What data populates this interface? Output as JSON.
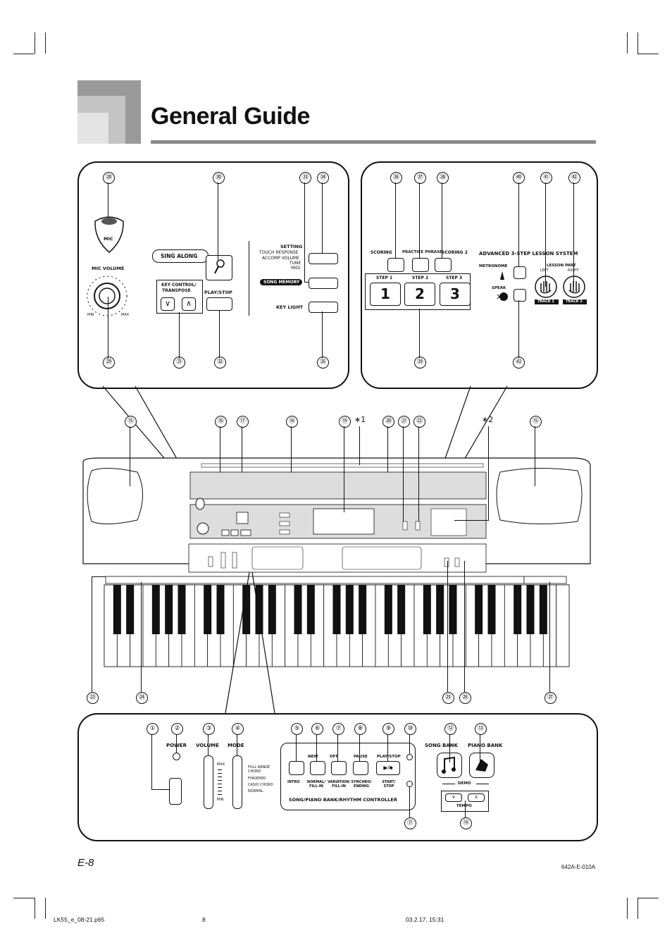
{
  "page": {
    "title": "General Guide",
    "page_number": "E-8",
    "code": "642A-E-010A",
    "footer": {
      "file": "LK55_e_08-21.p65",
      "page": "8",
      "date": "03.2.17, 15:31"
    }
  },
  "stars": {
    "s1": "∗1",
    "s2": "∗2"
  },
  "numbers": {
    "n1": "①",
    "n2": "②",
    "n3": "③",
    "n4": "④",
    "n5": "⑤",
    "n6": "⑥",
    "n7": "⑦",
    "n8": "⑧",
    "n9": "⑨",
    "n10": "⑩",
    "n11": "⑪",
    "n12": "⑫",
    "n13": "⑬",
    "n14": "⑭",
    "n15": "⑮",
    "n16": "⑯",
    "n17": "⑰",
    "n18": "⑱",
    "n19": "⑲",
    "n20": "⑳",
    "n21": "㉑",
    "n22": "㉒",
    "n23": "㉓",
    "n24": "㉔",
    "n25": "㉕",
    "n26": "㉖",
    "n27": "㉗",
    "n28": "㉘",
    "n29": "㉙",
    "n30": "㉚",
    "n31": "㉛",
    "n32": "㉜",
    "n33": "㉝",
    "n34": "㉞",
    "n35": "㉟",
    "n36": "㊱",
    "n37": "㊲",
    "n38": "㊳",
    "n39": "㊴",
    "n40": "㊵",
    "n41": "㊶",
    "n42": "㊷",
    "n43": "㊸"
  },
  "top_left": {
    "mic": "MIC",
    "mic_volume": "MIC VOLUME",
    "min": "MIN",
    "max": "MAX",
    "sing_along": "SING ALONG",
    "key_control": "KEY CONTROL/",
    "transpose": "TRANSPOSE",
    "play_stop": "PLAY/STOP",
    "setting": "SETTING",
    "touch_response": "TOUCH RESPONSE",
    "accomp_volume": "ACCOMP VOLUME",
    "tune": "TUNE",
    "midi": "MIDI",
    "song_memory": "SONG MEMORY",
    "key_light": "KEY LIGHT"
  },
  "top_right": {
    "scoring": "SCORING",
    "practice_phrase": "PRACTICE PHRASE",
    "scoring2": "SCORING 2",
    "system": "ADVANCED 3-STEP LESSON SYSTEM",
    "step1": "STEP 1",
    "step2": "STEP 2",
    "step3": "STEP 3",
    "d1": "1",
    "d2": "2",
    "d3": "3",
    "metronome": "METRONOME",
    "speak": "SPEAK",
    "lesson_part": "LESSON PART",
    "left": "LEFT",
    "right": "RIGHT",
    "track1": "TRACK 1",
    "track2": "TRACK 2"
  },
  "bottom": {
    "power": "POWER",
    "volume": "VOLUME",
    "mode": "MODE",
    "max": "MAX",
    "min": "MIN",
    "modes": [
      "FULL RANGE CHORD",
      "FINGERED",
      "CASIO CHORD",
      "NORMAL"
    ],
    "new": "NEW",
    "off": "OFF",
    "pause": "PAUSE",
    "play_stop": "PLAY/STOP",
    "intro": "INTRO",
    "normal_fill": "NORMAL/ FILL-IN",
    "variation_fill": "VARIATION/ FILL-IN",
    "synchro": "SYNCHRO/ ENDING",
    "start_stop": "START/ STOP",
    "controller": "SONG/PIANO BANK/RHYTHM CONTROLLER",
    "song_bank": "SONG BANK",
    "piano_bank": "PIANO BANK",
    "demo": "DEMO",
    "tempo": "TEMPO"
  }
}
